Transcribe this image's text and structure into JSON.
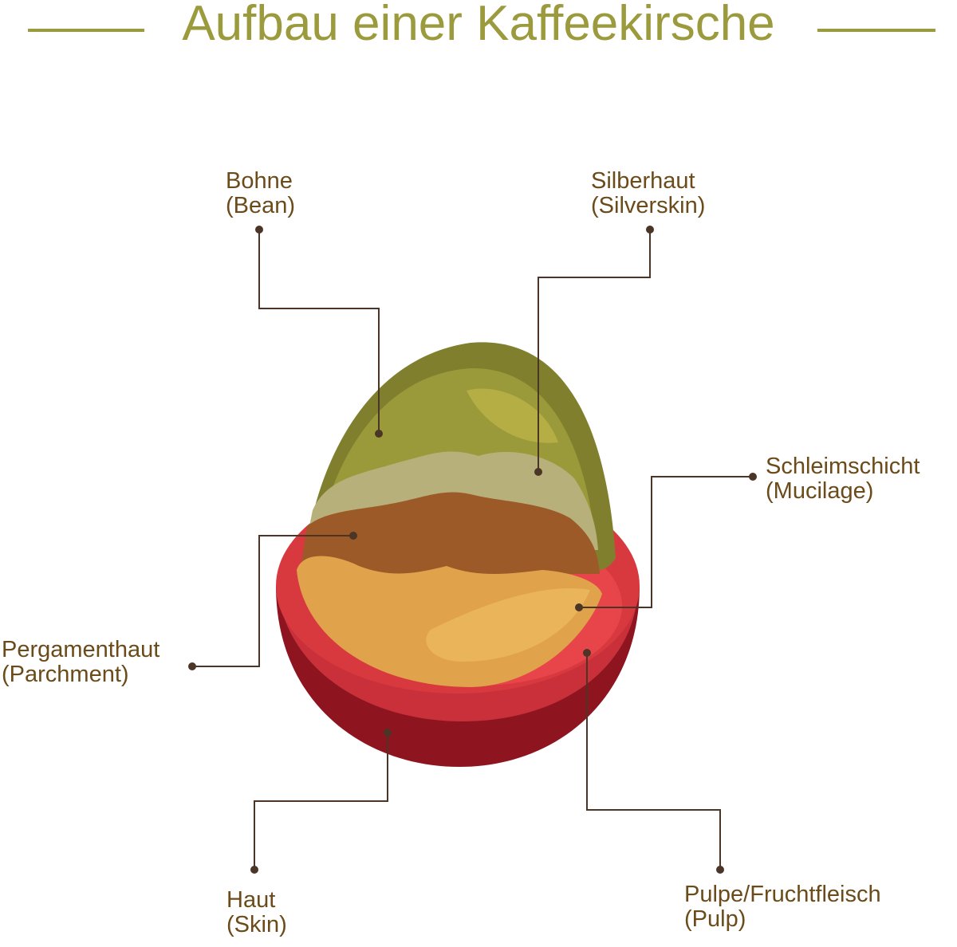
{
  "title": "Aufbau einer Kaffeekirsche",
  "colors": {
    "title": "#9b9a3c",
    "label": "#6b4b1a",
    "leader": "#4a3526"
  },
  "labels": {
    "bean": {
      "de": "Bohne",
      "en": "(Bean)"
    },
    "silverskin": {
      "de": "Silberhaut",
      "en": "(Silverskin)"
    },
    "mucilage": {
      "de": "Schleimschicht",
      "en": "(Mucilage)"
    },
    "parchment": {
      "de": "Pergamenthaut",
      "en": "(Parchment)"
    },
    "skin": {
      "de": "Haut",
      "en": "(Skin)"
    },
    "pulp": {
      "de": "Pulpe/Fruchtfleisch",
      "en": "(Pulp)"
    }
  }
}
